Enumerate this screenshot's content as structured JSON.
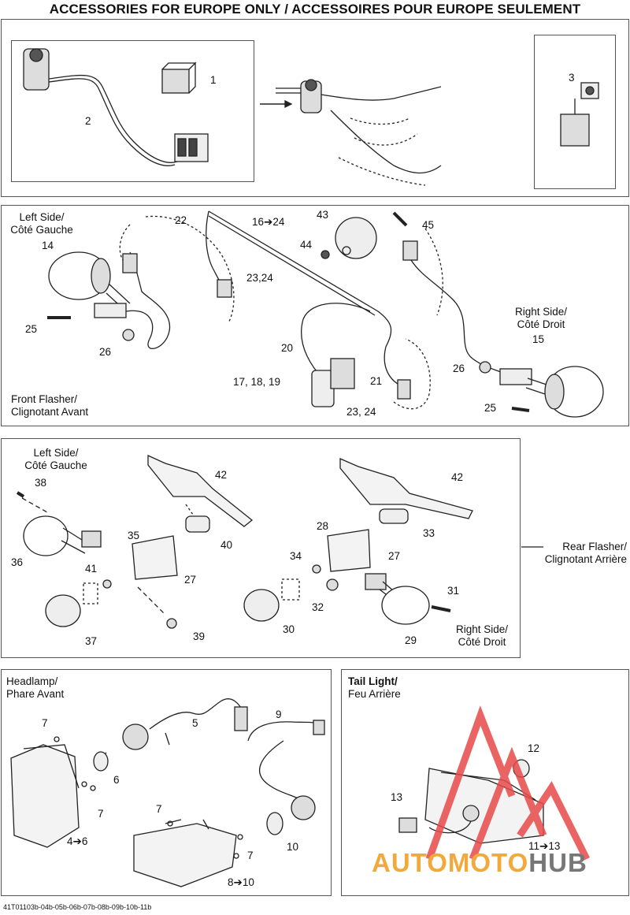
{
  "title": "ACCESSORIES FOR EUROPE ONLY / ACCESSOIRES POUR EUROPE SEULEMENT",
  "section1": {
    "labels": [
      "1",
      "2",
      "3"
    ]
  },
  "section2": {
    "left_side": [
      "Left Side/",
      "Côté Gauche"
    ],
    "right_side": [
      "Right Side/",
      "Côté Droit"
    ],
    "front_flasher": [
      "Front Flasher/",
      "Clignotant Avant"
    ],
    "labels": {
      "l14": "14",
      "l22": "22",
      "l16": "16➔24",
      "l43": "43",
      "l45": "45",
      "l44": "44",
      "l2324a": "23,24",
      "l25a": "25",
      "l26a": "26",
      "l20": "20",
      "l171819": "17, 18, 19",
      "l21": "21",
      "l2324b": "23, 24",
      "l15": "15",
      "l26b": "26",
      "l25b": "25"
    }
  },
  "section3": {
    "left_side": [
      "Left Side/",
      "Côté Gauche"
    ],
    "right_side": [
      "Right Side/",
      "Côté Droit"
    ],
    "rear_flasher": [
      "Rear Flasher/",
      "Clignotant Arrière"
    ],
    "labels": {
      "l38": "38",
      "l42a": "42",
      "l42b": "42",
      "l35": "35",
      "l40": "40",
      "l36": "36",
      "l41": "41",
      "l27a": "27",
      "l37": "37",
      "l39": "39",
      "l28": "28",
      "l33": "33",
      "l34": "34",
      "l27b": "27",
      "l32": "32",
      "l30": "30",
      "l31": "31",
      "l29": "29"
    }
  },
  "section4": {
    "headlamp": [
      "Headlamp/",
      "Phare Avant"
    ],
    "labels": {
      "l7a": "7",
      "l5": "5",
      "l9": "9",
      "l6": "6",
      "l7b": "7",
      "l7c": "7",
      "l46": "4➔6",
      "l7d": "7",
      "l10": "10",
      "l810": "8➔10"
    }
  },
  "section5": {
    "tail_light": [
      "Tail Light/",
      "Feu Arrière"
    ],
    "labels": {
      "l12": "12",
      "l13": "13",
      "l1113": "11➔13"
    }
  },
  "watermark": {
    "part1": "AUTOMOTO",
    "part2": "HUB",
    "color1": "#f2a93b",
    "color2": "#777777",
    "triangle_color": "#e84a4a"
  },
  "footer": "41T01103b-04b-05b-06b-07b-08b-09b-10b-11b"
}
